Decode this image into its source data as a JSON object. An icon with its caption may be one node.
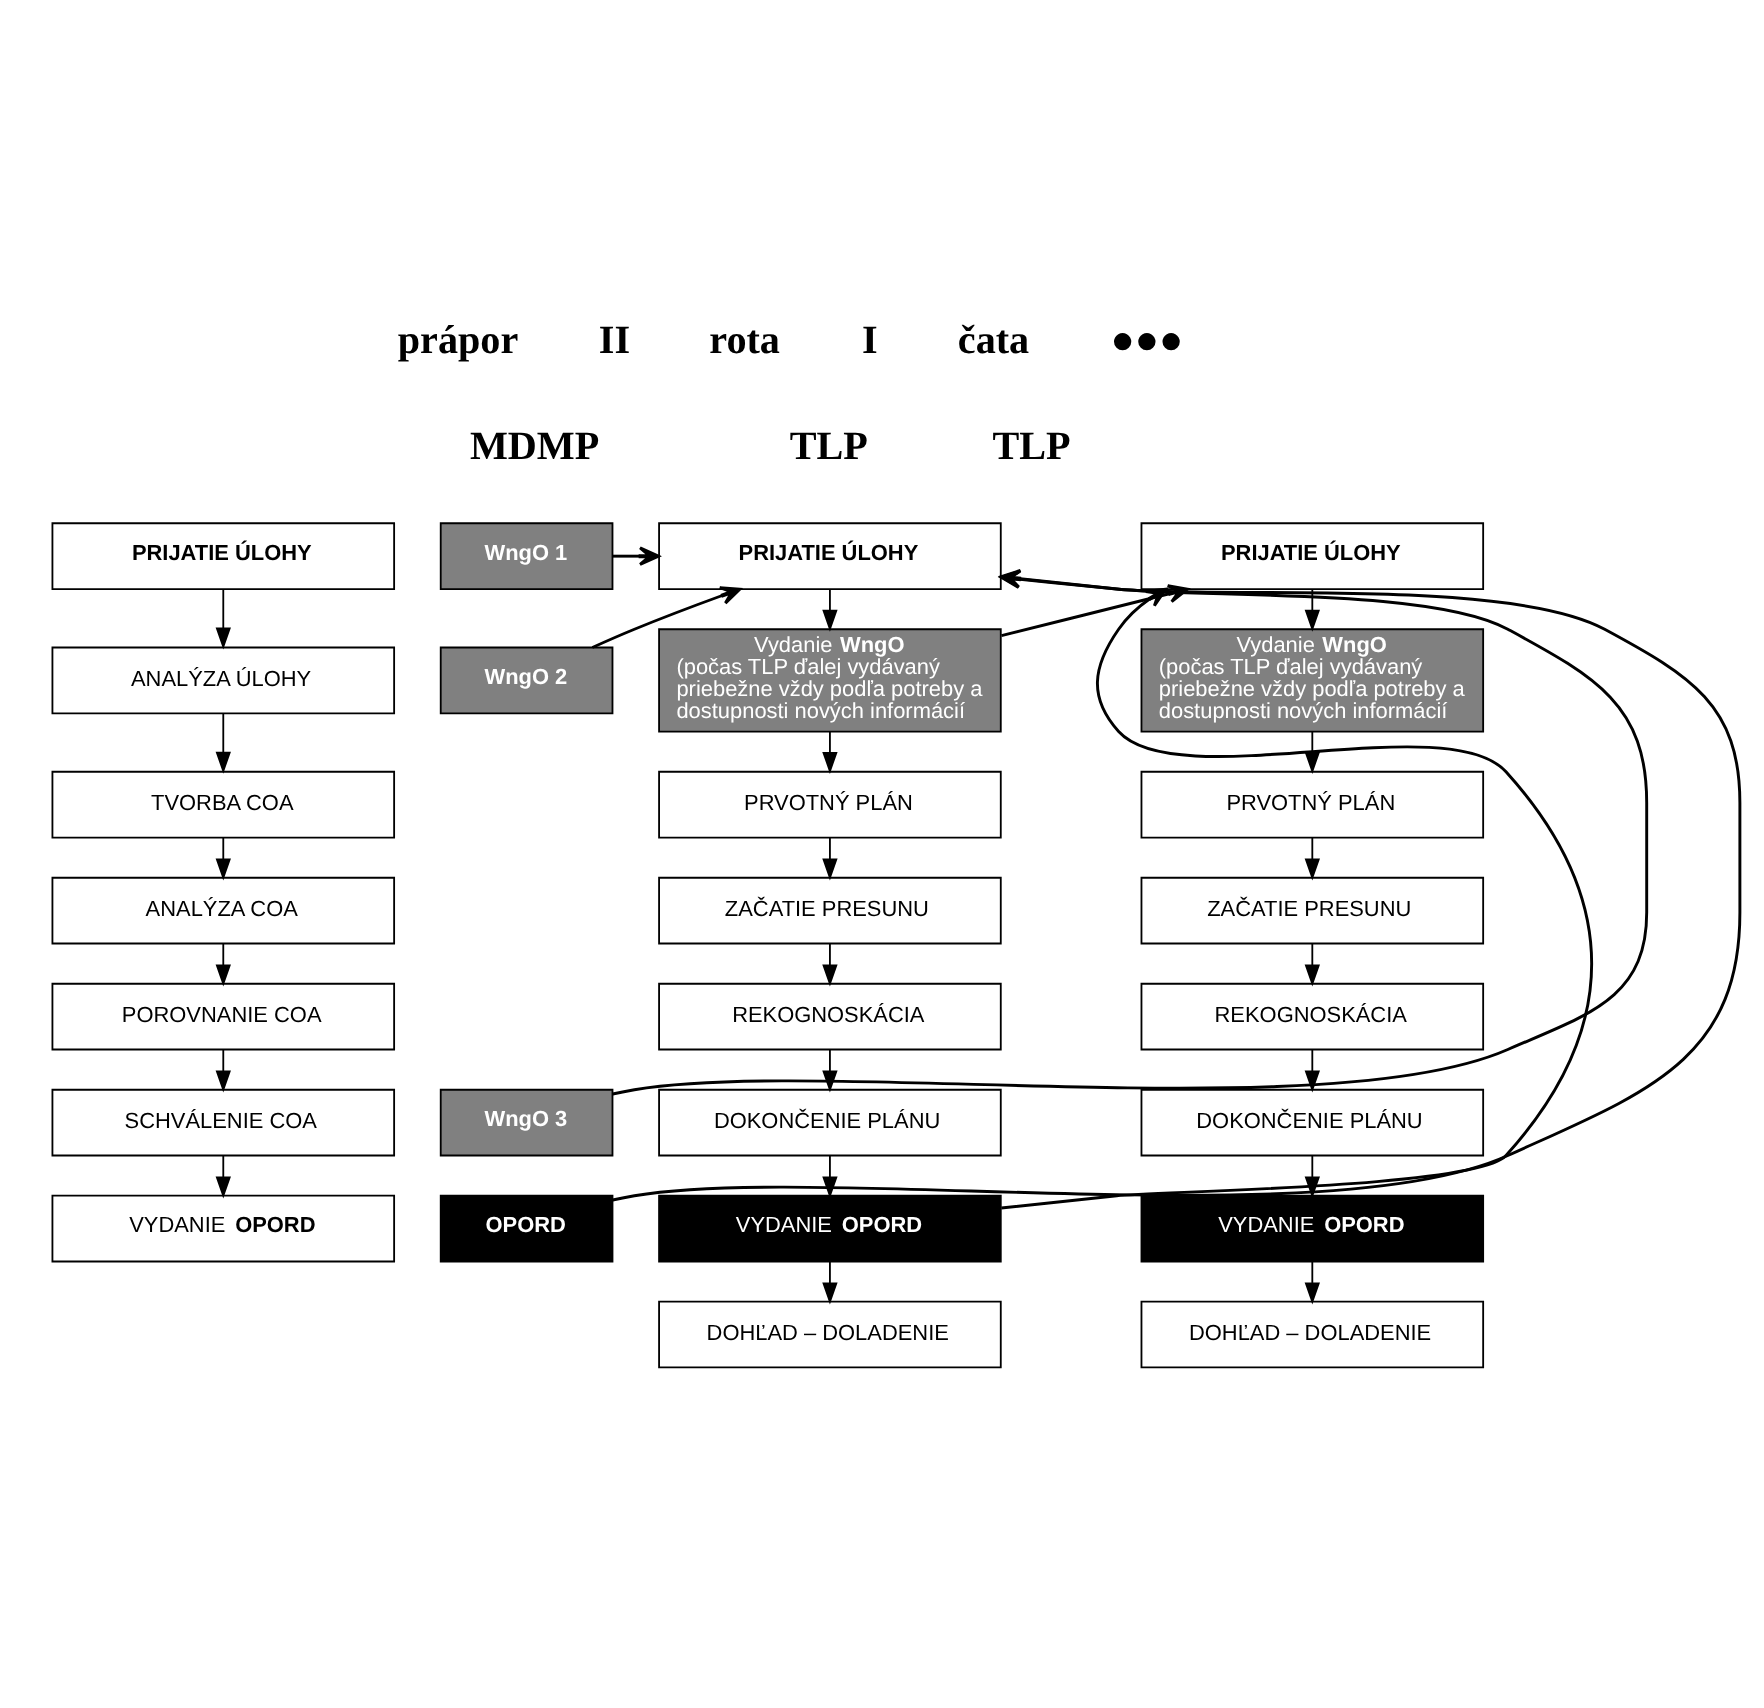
{
  "diagram": {
    "nodes": [
      {
        "text": [
          "PRIJATIE ÚLOHY"
        ]
      },
      {
        "text": [
          "WngO 1"
        ]
      },
      {
        "text": [
          "ANALÝZA ÚLOHY"
        ]
      },
      {
        "text": [
          "WngO 2"
        ]
      },
      {
        "text": [
          "TVORBA COA"
        ]
      },
      {
        "text": [
          "ANALÝZA COA"
        ]
      },
      {
        "text": [
          "POROVNANIE COA"
        ]
      },
      {
        "text": [
          "SCHVÁLENIE COA"
        ]
      },
      {
        "text": [
          "WngO 3"
        ]
      },
      {
        "text": [
          "VYDANIE **OPORD**"
        ]
      },
      {
        "text": [
          "OPORD"
        ]
      },
      {
        "text": [
          "PRIJATIE ÚLOHY"
        ]
      },
      {
        "text": [
          "Vydanie **WngO**",
          "(počas TLP ďalej vydávaný priebežne vždy podľa potreby a dostupnosti nových informácií"
        ]
      },
      {
        "text": [
          "PRVOTNÝ PLÁN"
        ]
      },
      {
        "text": [
          "ZAČATIE PRESUNU"
        ]
      },
      {
        "text": [
          "REKOGNOSKÁCIA"
        ]
      },
      {
        "text": [
          "DOKONČENIE PLÁNU"
        ]
      },
      {
        "text": [
          "VYDANIE **OPORD**"
        ]
      },
      {
        "text": [
          "DOHĽAD – DOLADENIE"
        ]
      },
      {
        "text": [
          "PRIJATIE ÚLOHY"
        ]
      },
      {
        "text": [
          "Vydanie **WngO**",
          "(počas TLP ďalej vydávaný priebežne vždy podľa potreby a dostupnosti nových informácií"
        ]
      },
      {
        "text": [
          "PRVOTNÝ PLÁN"
        ]
      },
      {
        "text": [
          "ZAČATIE PRESUNU"
        ]
      },
      {
        "text": [
          "REKOGNOSKÁCIA"
        ]
      },
      {
        "text": [
          "DOKONČENIE PLÁNU"
        ]
      },
      {
        "text": [
          "VYDANIE **OPORD**"
        ]
      },
      {
        "text": [
          "DOHĽAD – DOLADENIE"
        ]
      }
    ],
    "edges": [
      {
        "from": 0,
        "to": 2,
        "arrow": "to"
      },
      {
        "from": 2,
        "to": 4,
        "arrow": "to"
      },
      {
        "from": 4,
        "to": 5,
        "arrow": "to"
      },
      {
        "from": 5,
        "to": 6,
        "arrow": "to"
      },
      {
        "from": 6,
        "to": 7,
        "arrow": "to"
      },
      {
        "from": 7,
        "to": 9,
        "arrow": "to"
      },
      {
        "from": 1,
        "to": 11,
        "arrow": "to"
      },
      {
        "from": 3,
        "to": 11,
        "arrow": "to"
      },
      {
        "from": 8,
        "to": 11,
        "arrow": "to"
      },
      {
        "from": 10,
        "to": 11,
        "arrow": "to"
      },
      {
        "from": 11,
        "to": 12,
        "arrow": "to"
      },
      {
        "from": 12,
        "to": 13,
        "arrow": "to"
      },
      {
        "from": 13,
        "to": 14,
        "arrow": "to"
      },
      {
        "from": 14,
        "to": 15,
        "arrow": "to"
      },
      {
        "from": 15,
        "to": 16,
        "arrow": "to"
      },
      {
        "from": 16,
        "to": 17,
        "arrow": "to"
      },
      {
        "from": 17,
        "to": 18,
        "arrow": "to"
      },
      {
        "from": 12,
        "to": 19,
        "arrow": "to"
      },
      {
        "from": 17,
        "to": 19,
        "arrow": "to"
      },
      {
        "from": 19,
        "to": 20,
        "arrow": "to"
      },
      {
        "from": 20,
        "to": 21,
        "arrow": "to"
      },
      {
        "from": 21,
        "to": 22,
        "arrow": "to"
      },
      {
        "from": 22,
        "to": 23,
        "arrow": "to"
      },
      {
        "from": 23,
        "to": 24,
        "arrow": "to"
      },
      {
        "from": 24,
        "to": 25,
        "arrow": "to"
      },
      {
        "from": 25,
        "to": 26,
        "arrow": "to"
      }
    ],
    "labels": [
      "prápor",
      "II",
      "rota",
      "I",
      "čata",
      "●●●",
      "MDMP",
      "TLP",
      "TLP"
    ]
  }
}
